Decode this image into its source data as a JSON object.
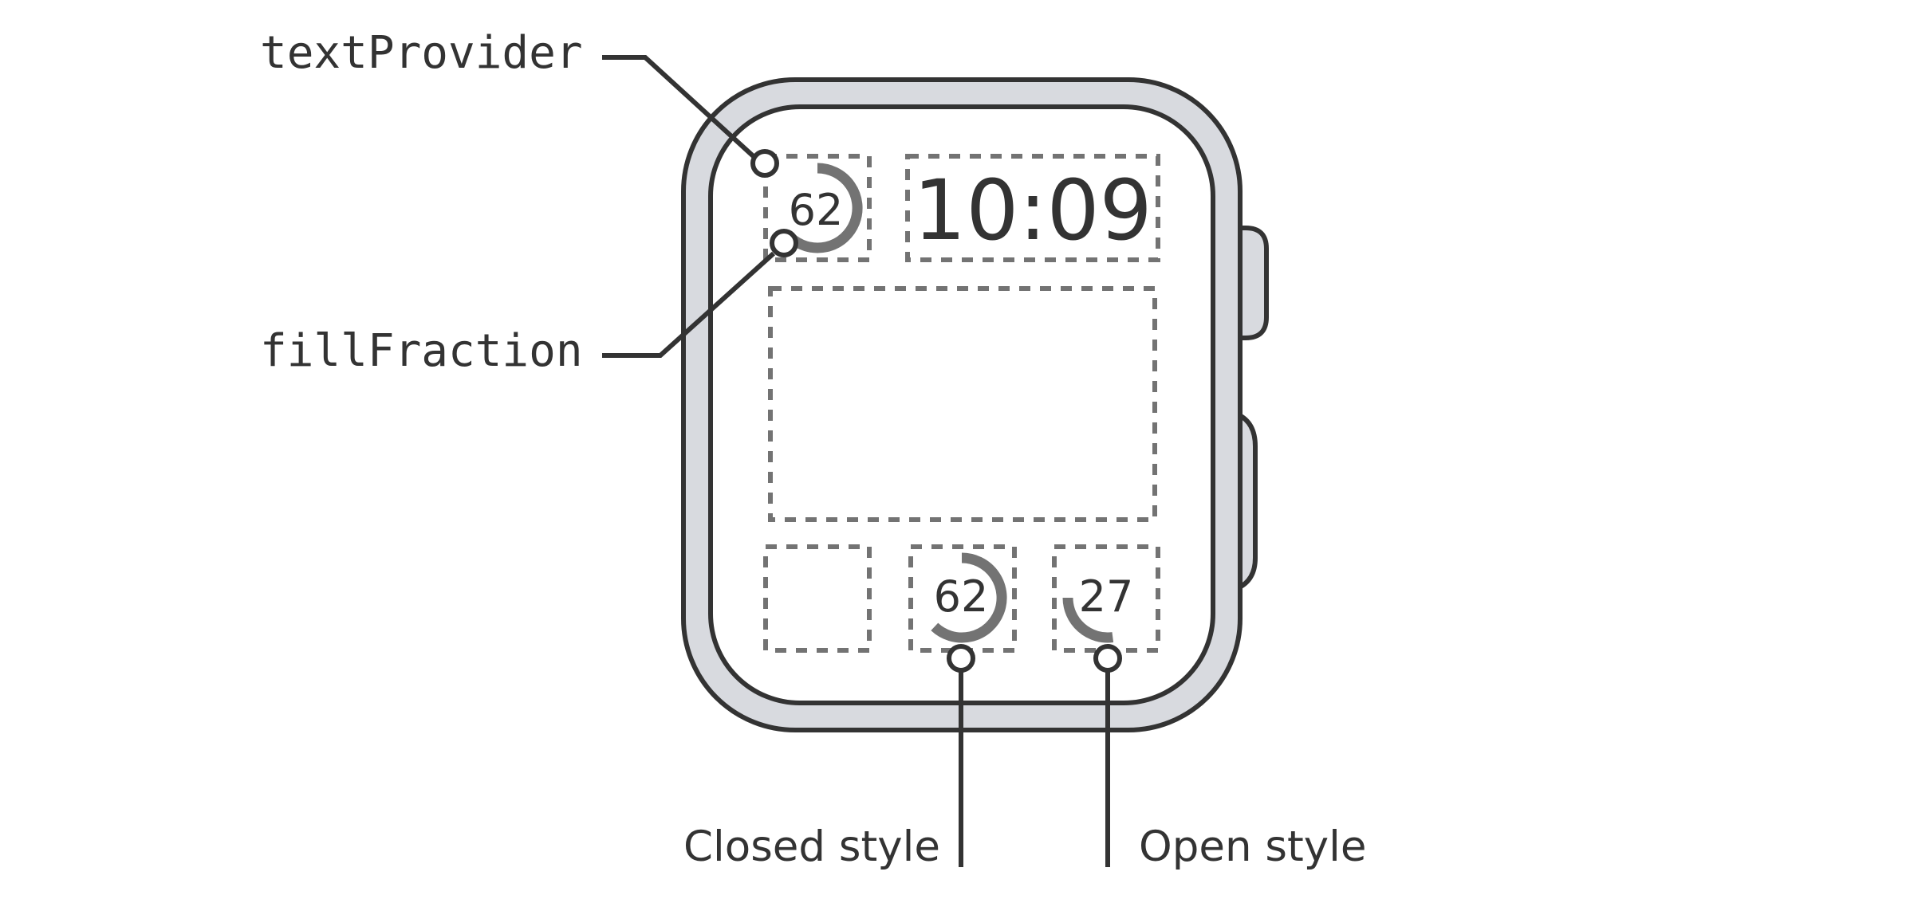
{
  "callouts": {
    "text_provider": "textProvider",
    "fill_fraction": "fillFraction",
    "closed_style": "Closed style",
    "open_style": "Open style"
  },
  "watch_face": {
    "time": "10:09",
    "top_left_complication": {
      "value": "62",
      "fill_fraction": 0.62,
      "style": "closed"
    },
    "bottom_middle_complication": {
      "value": "62",
      "fill_fraction": 0.62,
      "style": "closed"
    },
    "bottom_right_complication": {
      "value": "27",
      "fill_fraction": 0.27,
      "style": "open"
    }
  },
  "colors": {
    "stroke": "#333333",
    "case_fill": "#d8dadf",
    "ring": "#737373",
    "dashed": "#737373",
    "background": "#ffffff"
  }
}
